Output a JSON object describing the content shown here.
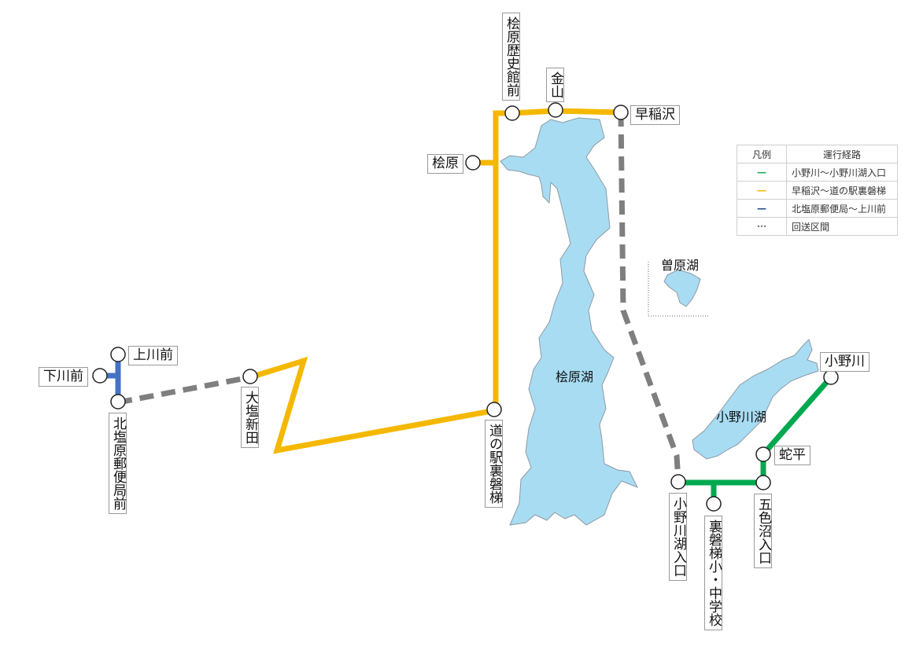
{
  "lakes": {
    "hibara": "桧原湖",
    "onogawa": "小野川湖",
    "sohara": "曽原湖"
  },
  "stops": {
    "hibara_rekishikan": "桧原歴史館前",
    "kanayama": "金山",
    "wasezawa": "早稲沢",
    "hibara": "桧原",
    "michinoeki": "道の駅裏磐梯",
    "oshio_shinden": "大塩新田",
    "kamikawamae": "上川前",
    "shimokawamae": "下川前",
    "kitashiobara_yubinkyoku": "北塩原郵便局前",
    "onogawa": "小野川",
    "jadaira": "蛇平",
    "goshikinuma_iriguchi": "五色沼入口",
    "onogawako_iriguchi": "小野川湖入口",
    "urabandai_school": "裏磐梯小・中学校"
  },
  "legend": {
    "header_symbol": "凡例",
    "header_route": "運行経路",
    "rows": [
      {
        "symbol": "—",
        "label": "小野川〜小野川湖入口",
        "color": "#1fa85a"
      },
      {
        "symbol": "—",
        "label": "早稲沢〜道の駅裏磐梯",
        "color": "#f5b800"
      },
      {
        "symbol": "—",
        "label": "北塩原郵便局〜上川前",
        "color": "#1f4e8c"
      },
      {
        "symbol": "⋯",
        "label": "回送区間",
        "color": "#808080"
      }
    ]
  },
  "colors": {
    "green_route": "#00a84f",
    "yellow_route": "#f5b800",
    "blue_route": "#4472c4",
    "deadhead": "#7f7f7f",
    "lake_fill": "#a8dcf2"
  }
}
